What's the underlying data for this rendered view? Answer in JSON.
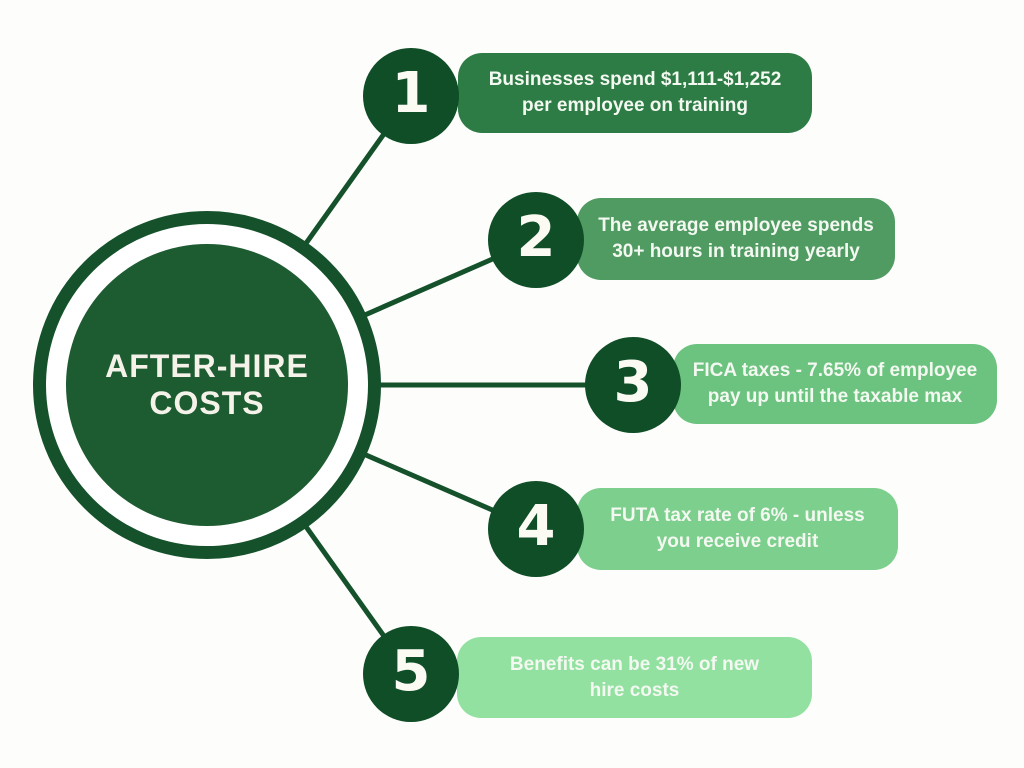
{
  "background": "#fdfdfb",
  "center": {
    "title": "AFTER-HIRE\nCOSTS",
    "fill_color": "#1d5b31",
    "ring_color": "#15522c"
  },
  "connector_color": "#15522c",
  "node_color": "#0f4e27",
  "items": [
    {
      "number": "1",
      "text": "Businesses spend $1,111-$1,252\nper employee on training",
      "bar_color": "#2d7c45"
    },
    {
      "number": "2",
      "text": "The average employee spends\n30+ hours in training yearly",
      "bar_color": "#4f9b62"
    },
    {
      "number": "3",
      "text": "FICA taxes - 7.65% of employee\npay up until the taxable max",
      "bar_color": "#6cc37f"
    },
    {
      "number": "4",
      "text": "FUTA tax rate of 6% - unless\nyou receive credit",
      "bar_color": "#7ccf8c"
    },
    {
      "number": "5",
      "text": "Benefits can be 31% of new\nhire costs",
      "bar_color": "#92e1a0"
    }
  ]
}
